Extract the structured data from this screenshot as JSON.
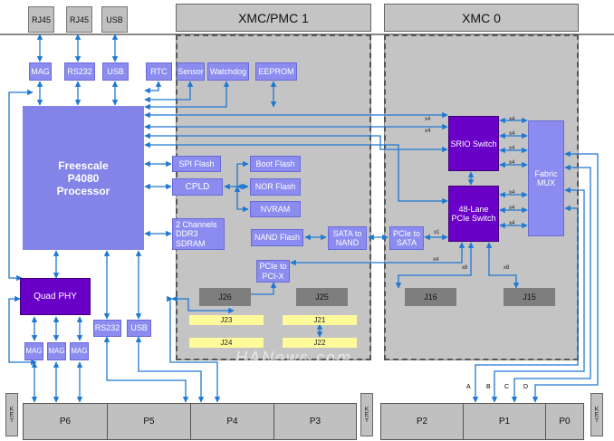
{
  "top_connectors": {
    "rj45_a": "RJ45",
    "rj45_b": "RJ45",
    "usb": "USB"
  },
  "zones": {
    "xmc_pmc1": "XMC/PMC 1",
    "xmc0": "XMC 0"
  },
  "blocks": {
    "mag": "MAG",
    "rs232": "RS232",
    "usb": "USB",
    "rtc": "RTC",
    "sensor": "Sensor",
    "watchdog": "Watchdog",
    "eeprom": "EEPROM",
    "processor": "Freescale P4080 Processor",
    "spi_flash": "SPI Flash",
    "cpld": "CPLD",
    "boot_flash": "Boot Flash",
    "nor_flash": "NOR Flash",
    "nvram": "NVRAM",
    "ddr3": "2 Channels DDR3 SDRAM",
    "nand_flash": "NAND Flash",
    "sata_to_nand": "SATA to NAND",
    "pcie_to_sata": "PCIe to SATA",
    "pcie_to_pcix": "PCIe to PCI-X",
    "srio_switch": "SRIO Switch",
    "pcie_switch": "48-Lane PCIe Switch",
    "fabric_mux": "Fabric MUX",
    "quad_phy": "Quad PHY",
    "rs232_lower": "RS232",
    "usb_lower": "USB",
    "mag1": "MAG",
    "mag2": "MAG",
    "mag3": "MAG"
  },
  "jumpers": {
    "j26": "J26",
    "j25": "J25",
    "j16": "J16",
    "j15": "J15",
    "j23": "J23",
    "j21": "J21",
    "j24": "J24",
    "j22": "J22"
  },
  "lane_labels": {
    "x4": "x4",
    "x8": "x8",
    "x1": "x1"
  },
  "port_labels": {
    "a": "A",
    "b": "B",
    "c": "C",
    "d": "D"
  },
  "backplane": {
    "p6": "P6",
    "p5": "P5",
    "p4": "P4",
    "p3": "P3",
    "p2": "P2",
    "p1": "P1",
    "p0": "P0",
    "key": "KEY"
  },
  "watermark": "HANews.com",
  "colors": {
    "block": "#8c8cf0",
    "switch": "#6a00c8",
    "arrow": "#1e78d2",
    "zone": "#c4c4c4",
    "jumper_yellow": "#fffa9a"
  }
}
